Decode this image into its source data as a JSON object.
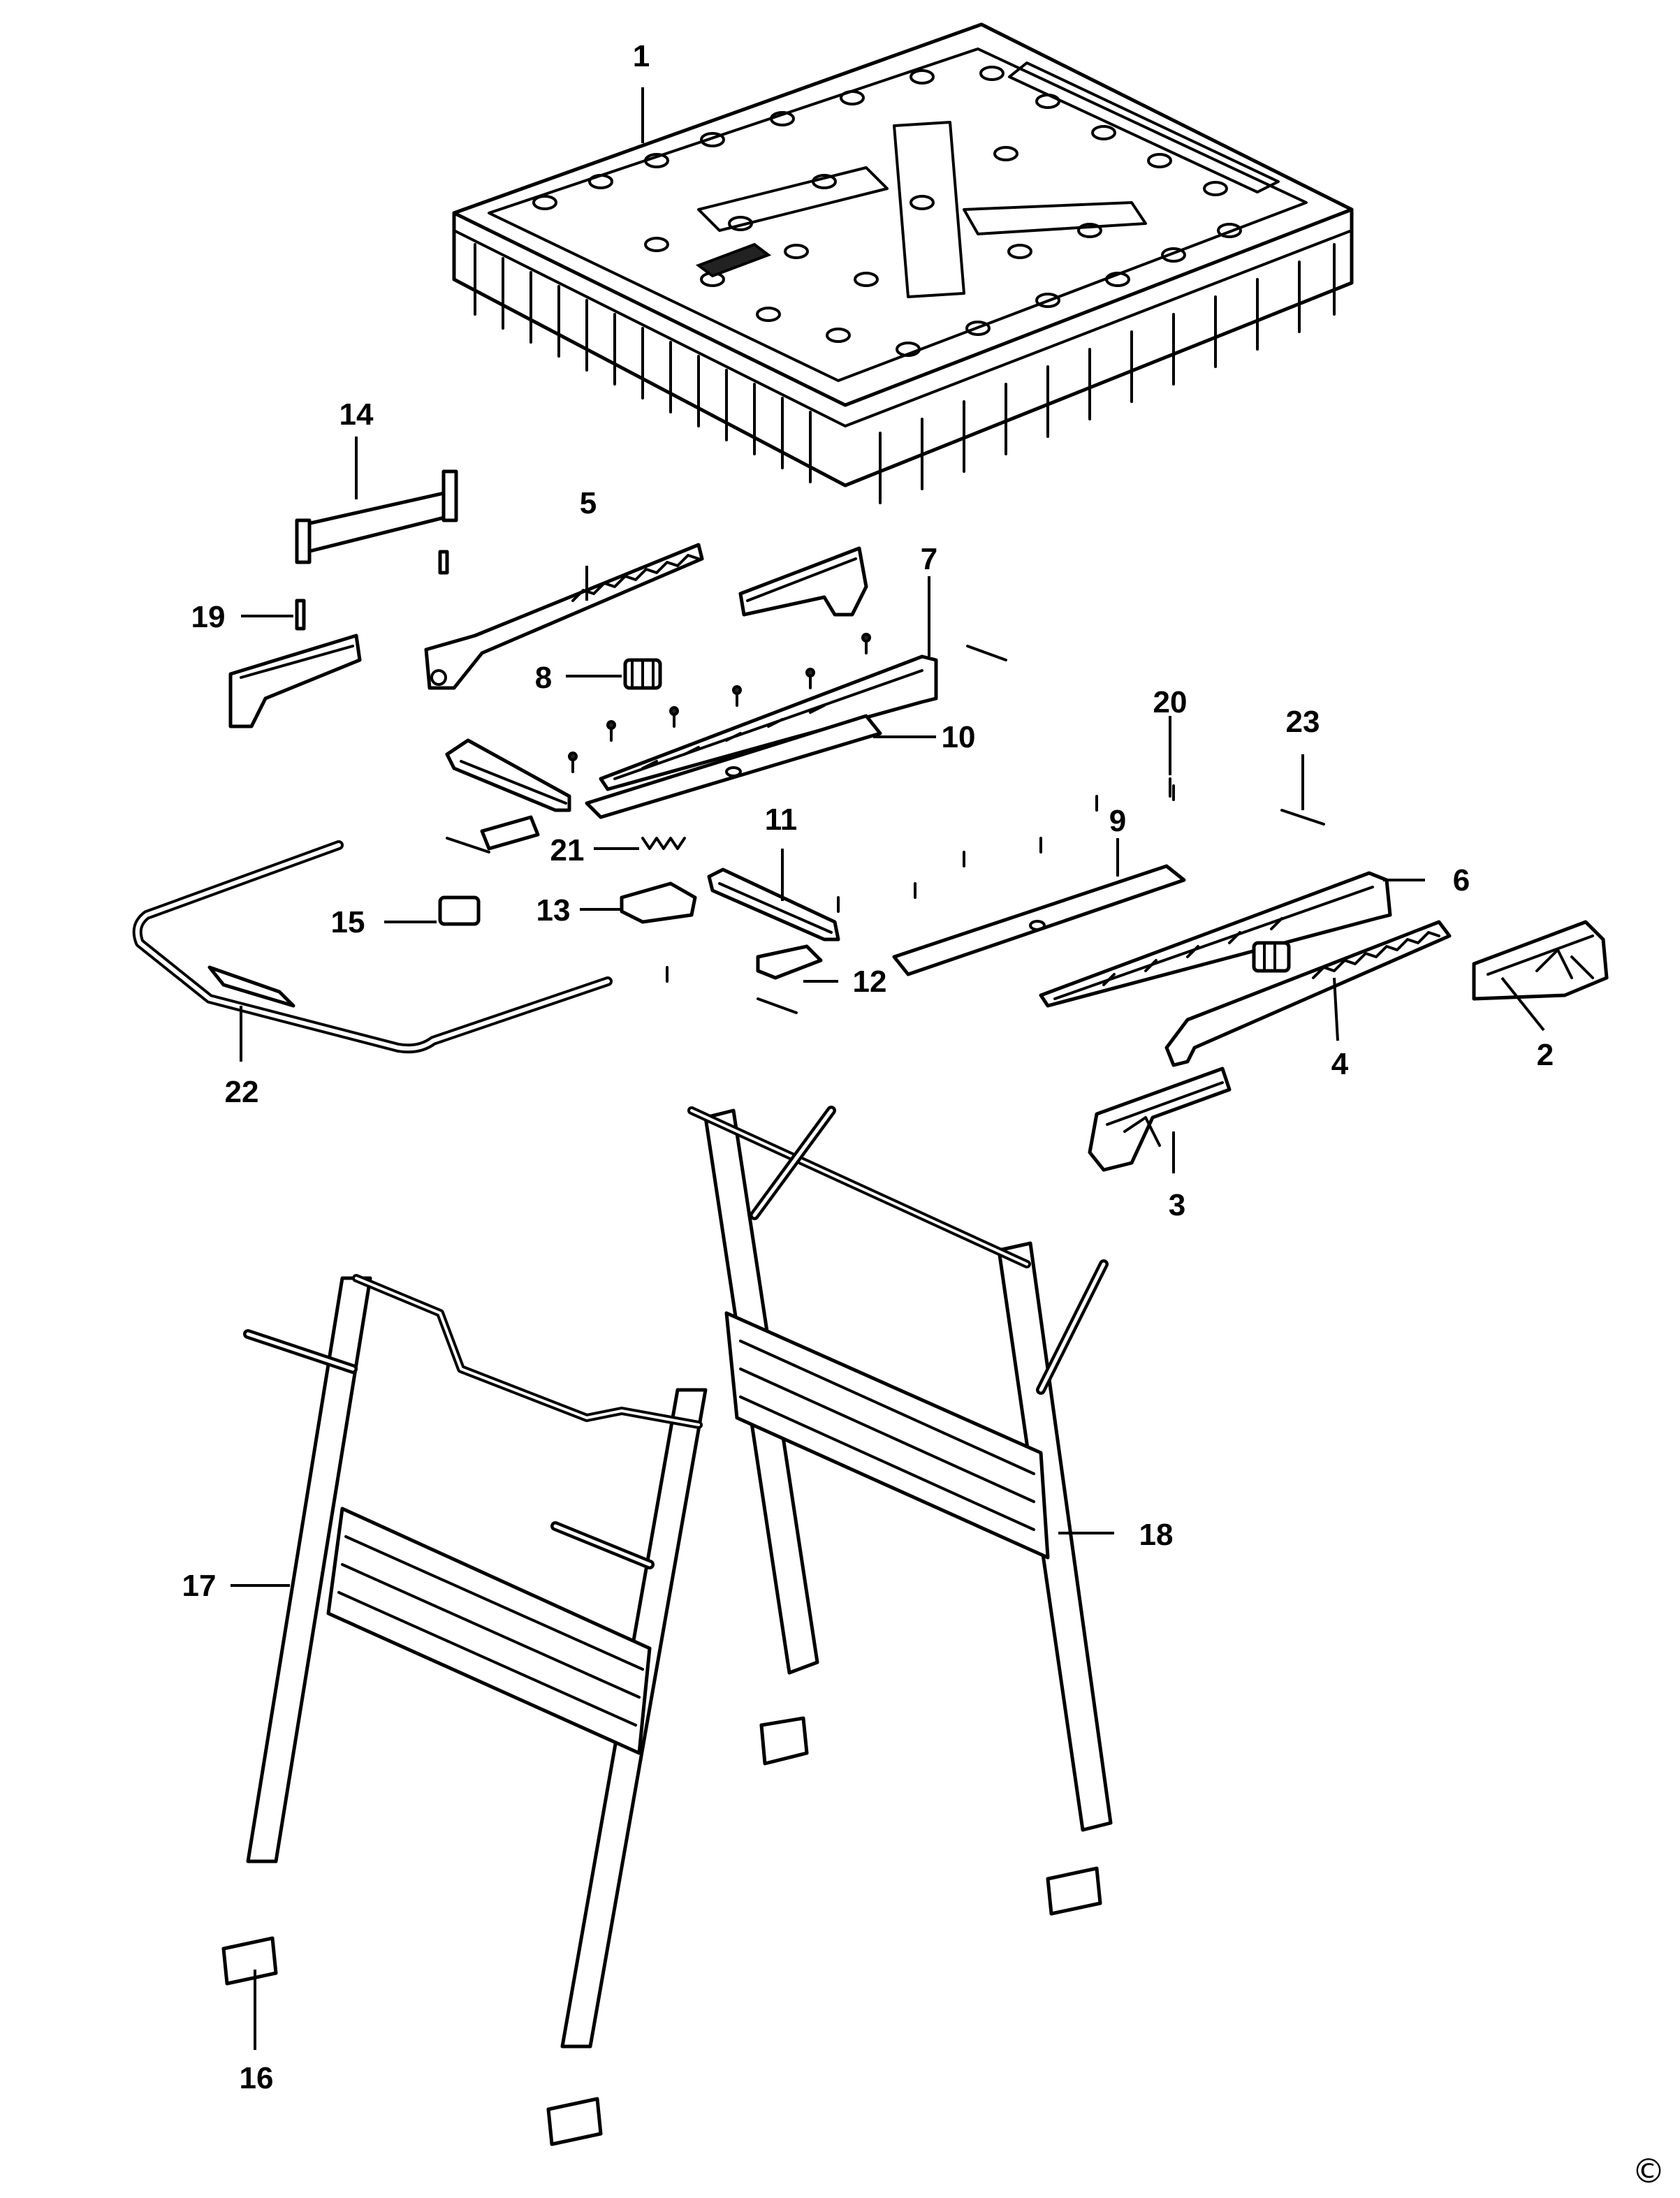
{
  "diagram": {
    "callouts": [
      "1",
      "2",
      "3",
      "4",
      "5",
      "6",
      "7",
      "8",
      "9",
      "10",
      "11",
      "12",
      "13",
      "14",
      "15",
      "16",
      "17",
      "18",
      "19",
      "20",
      "21",
      "22",
      "23"
    ],
    "copyright_mark": "©"
  }
}
